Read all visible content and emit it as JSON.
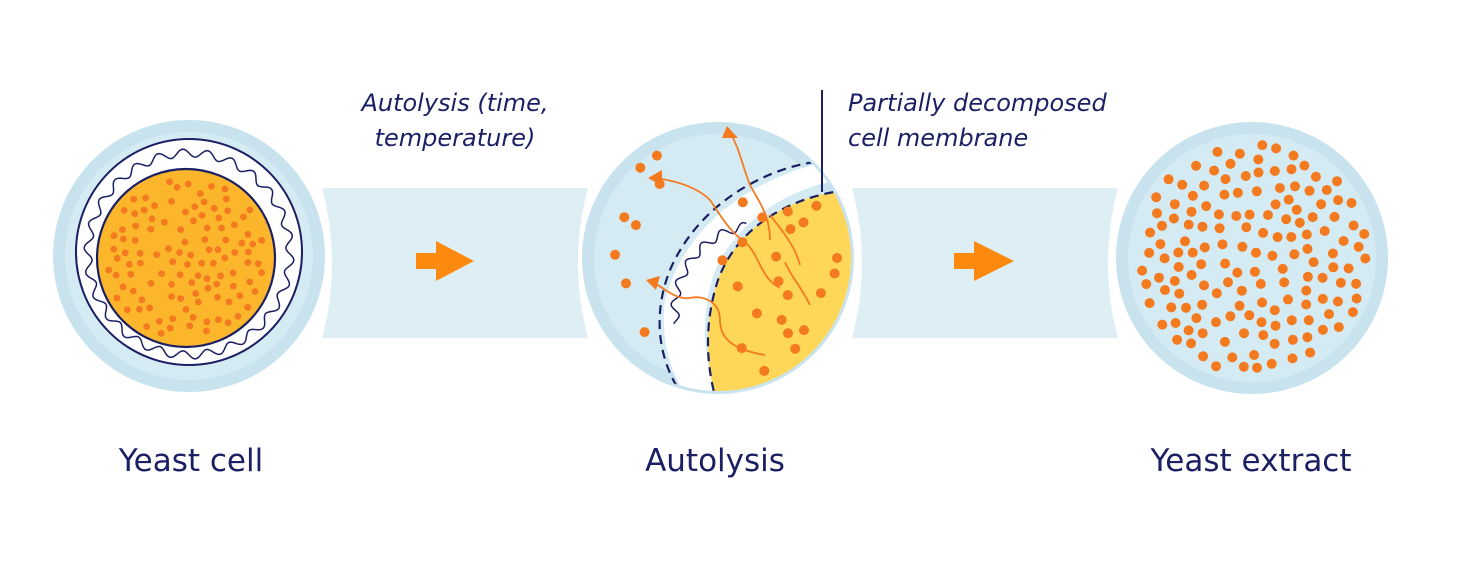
{
  "stages": [
    {
      "id": "yeast-cell",
      "label": "Yeast cell"
    },
    {
      "id": "autolysis",
      "label": "Autolysis"
    },
    {
      "id": "yeast-extract",
      "label": "Yeast extract"
    }
  ],
  "annotations": {
    "process": {
      "line1": "Autolysis (time,",
      "line2": "temperature)"
    },
    "membrane": {
      "line1": "Partially decomposed",
      "line2": "cell membrane"
    }
  },
  "icons": [
    "arrow-right-icon",
    "arrow-right-icon"
  ],
  "colors": {
    "text": "#1b1f63",
    "circle_fill": "#d5ebf3",
    "circle_rim": "#c3e0ec",
    "band": "#ddeff5",
    "cell_interior": "#fbb62b",
    "cell_interior_autolysis": "#fed758",
    "particle": "#f47a20",
    "arrow": "#fd8a0f",
    "membrane_line": "#1b1f63"
  }
}
